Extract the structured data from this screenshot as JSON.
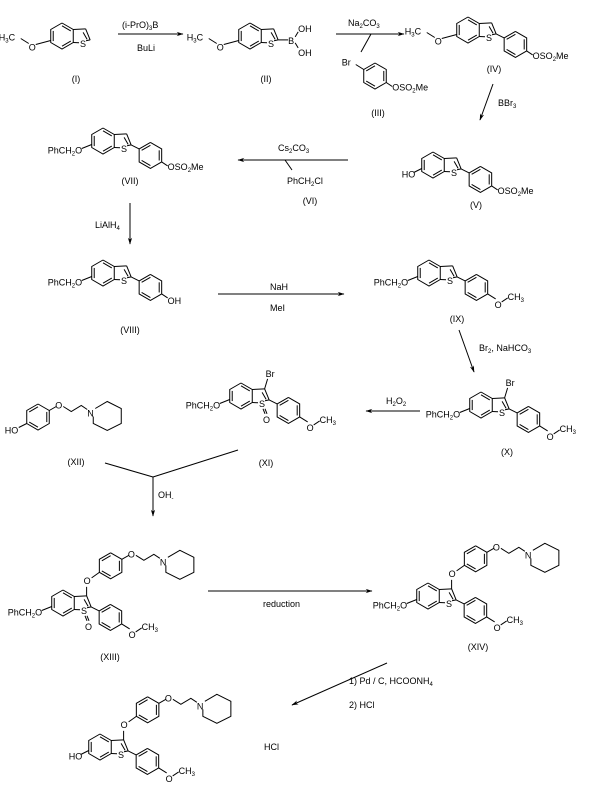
{
  "title": "Synthesis scheme of raloxifene-type benzothiophene (arzoxifene route)",
  "colors": {
    "ink": "#000000",
    "background": "#ffffff"
  },
  "compounds": {
    "I": {
      "label": "(I)",
      "substituents": {
        "left": "H3C-O"
      }
    },
    "II": {
      "label": "(II)",
      "substituents": {
        "left": "H3C-O",
        "right": "B(OH)2"
      }
    },
    "III": {
      "label": "(III)",
      "substituents": {
        "top": "Br",
        "right": "OSO2Me"
      }
    },
    "IV": {
      "label": "(IV)",
      "substituents": {
        "left": "H3C-O",
        "right": "OSO2Me"
      }
    },
    "V": {
      "label": "(V)",
      "substituents": {
        "left": "HO",
        "right": "OSO2Me"
      }
    },
    "VI": {
      "label": "(VI)"
    },
    "VII": {
      "label": "(VII)",
      "substituents": {
        "left": "PhCH2O",
        "right": "OSO2Me"
      }
    },
    "VIII": {
      "label": "(VIII)",
      "substituents": {
        "left": "PhCH2O",
        "right": "OH"
      }
    },
    "IX": {
      "label": "(IX)",
      "substituents": {
        "left": "PhCH2O",
        "right": "O-CH3"
      }
    },
    "X": {
      "label": "(X)",
      "substituents": {
        "left": "PhCH2O",
        "top": "Br",
        "right": "O-CH3"
      }
    },
    "XI": {
      "label": "(XI)",
      "substituents": {
        "left": "PhCH2O",
        "top": "Br",
        "right": "O-CH3",
        "sulfoxide": "O"
      }
    },
    "XII": {
      "label": "(XII)",
      "substituents": {
        "left": "HO",
        "linker": "O",
        "amine": "N"
      }
    },
    "XIII": {
      "label": "(XIII)",
      "substituents": {
        "left": "PhCH2O",
        "right": "O-CH3",
        "sulfoxide": "O"
      }
    },
    "XIV": {
      "label": "(XIV)",
      "substituents": {
        "left": "PhCH2O",
        "right": "O-CH3"
      }
    },
    "final": {
      "salt": "HCl",
      "substituents": {
        "left": "HO",
        "right": "O-CH3"
      }
    }
  },
  "atoms": {
    "S": "S",
    "O": "O",
    "N": "N",
    "Br": "Br",
    "B": "B",
    "OH": "OH",
    "HO": "HO",
    "H3C": "H",
    "H3C_sub": "3",
    "H3C_C": "C",
    "CH3": "CH",
    "CH3_sub": "3",
    "OSO2Me_a": "OSO",
    "OSO2Me_sub": "2",
    "OSO2Me_b": "Me",
    "PhCH2O_a": "PhCH",
    "PhCH2O_sub": "2",
    "PhCH2O_b": "O"
  },
  "reactions": [
    {
      "id": "r1",
      "from": "I",
      "to": "II",
      "above": "(i-PrO)",
      "above_sub": "3",
      "above_tail": "B",
      "below": "BuLi"
    },
    {
      "id": "r2",
      "from": "II",
      "to": "IV",
      "above": "Na",
      "above_sub": "2",
      "above_tail": "CO",
      "above_sub2": "3",
      "co_reactant": "III"
    },
    {
      "id": "r3",
      "from": "IV",
      "to": "V",
      "reagent": "BBr",
      "reagent_sub": "3"
    },
    {
      "id": "r4",
      "from": "V",
      "to": "VII",
      "above": "Cs",
      "above_sub": "2",
      "above_tail": "CO",
      "above_sub2": "3",
      "below": "PhCH",
      "below_sub": "2",
      "below_tail": "Cl",
      "co_reactant": "VI"
    },
    {
      "id": "r5",
      "from": "VII",
      "to": "VIII",
      "reagent": "LiAlH",
      "reagent_sub": "4"
    },
    {
      "id": "r6",
      "from": "VIII",
      "to": "IX",
      "above": "NaH",
      "below": "MeI"
    },
    {
      "id": "r7",
      "from": "IX",
      "to": "X",
      "reagent": "Br",
      "reagent_sub": "2",
      "reagent_tail": ", NaHCO",
      "reagent_sub2": "3"
    },
    {
      "id": "r8",
      "from": "X",
      "to": "XI",
      "above": "H",
      "above_sub": "2",
      "above_tail": "O",
      "above_sub2": "2"
    },
    {
      "id": "r9",
      "from": [
        "XII",
        "XI"
      ],
      "to": "XIII",
      "reagent": "OH",
      "reagent_sup": "-"
    },
    {
      "id": "r10",
      "from": "XIII",
      "to": "XIV",
      "below": "reduction"
    },
    {
      "id": "r11",
      "from": "XIV",
      "to": "final",
      "step1": "1) Pd / C, HCOONH",
      "step1_sub": "4",
      "step2": "2) HCl"
    }
  ]
}
